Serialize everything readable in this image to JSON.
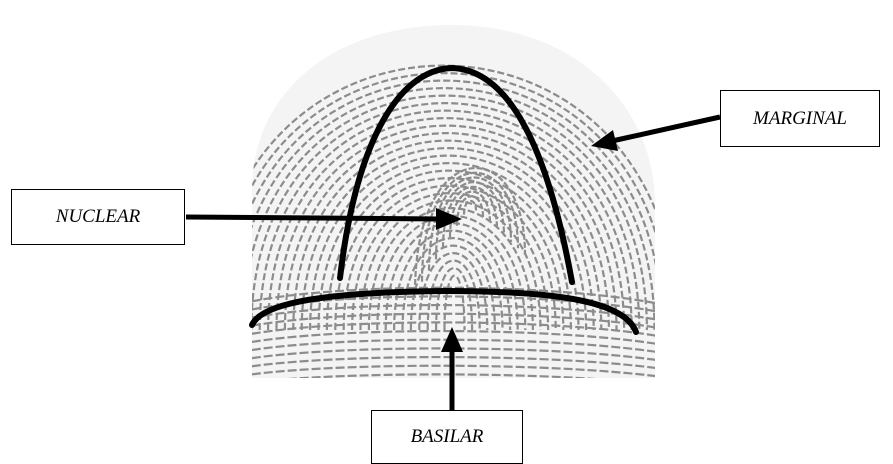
{
  "labels": {
    "nuclear": "NUCLEAR",
    "marginal": "MARGINAL",
    "basilar": "BASILAR"
  },
  "colors": {
    "ink": "#000000",
    "ridge": "#8c8c8c",
    "background": "#ffffff"
  }
}
